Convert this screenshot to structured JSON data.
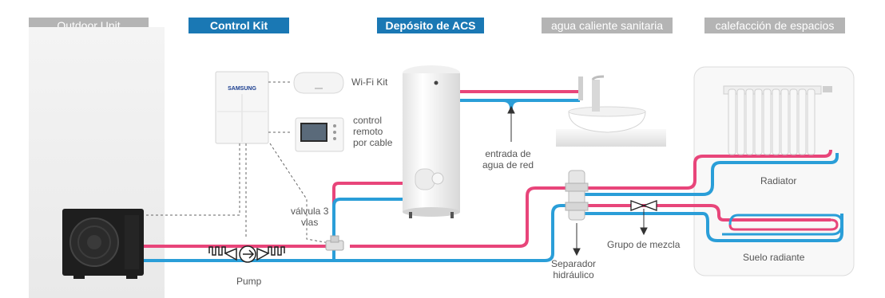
{
  "headers": {
    "outdoor_unit": "Outdoor Unit",
    "control_kit": "Control Kit",
    "tank": "Depósito de ACS",
    "dhw": "agua caliente sanitaria",
    "space_heating": "calefacción de espacios"
  },
  "labels": {
    "wifi_kit": "Wi-Fi Kit",
    "wired_remote": [
      "control",
      "remoto",
      "por cable"
    ],
    "brand": "SAMSUNG",
    "mains_water": [
      "entrada de",
      "agua de red"
    ],
    "three_way_valve": [
      "válvula 3",
      "vias"
    ],
    "pump": "Pump",
    "hydraulic_separator": [
      "Separador",
      "hidráulico"
    ],
    "mixing_group": "Grupo de mezcla",
    "radiator": "Radiator",
    "underfloor": "Suelo radiante"
  },
  "colors": {
    "hot": "#e8457a",
    "cold": "#2a9ed8",
    "header_grey": "#b4b4b4",
    "header_blue": "#1a78b4"
  }
}
